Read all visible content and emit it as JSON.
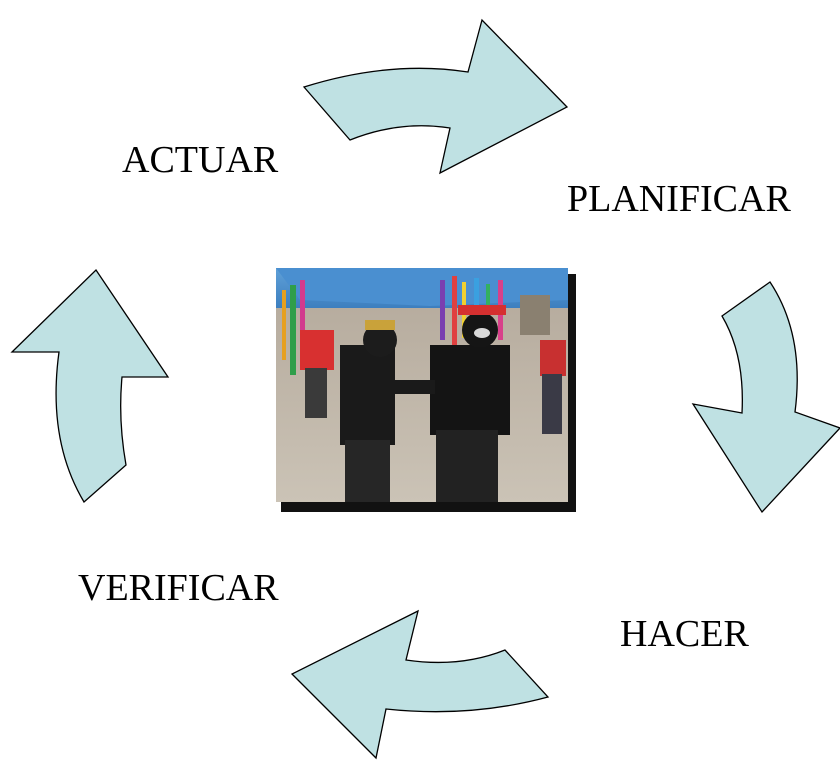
{
  "diagram": {
    "type": "cycle",
    "steps": [
      {
        "id": "planificar",
        "label": "PLANIFICAR"
      },
      {
        "id": "hacer",
        "label": "HACER"
      },
      {
        "id": "verificar",
        "label": "VERIFICAR"
      },
      {
        "id": "actuar",
        "label": "ACTUAR"
      }
    ],
    "arrow_fill": "#bfe1e3",
    "arrow_stroke": "#000000",
    "center_image": "photo of two costumed dancers wearing dark masks and black clothes at an outdoor festival"
  }
}
